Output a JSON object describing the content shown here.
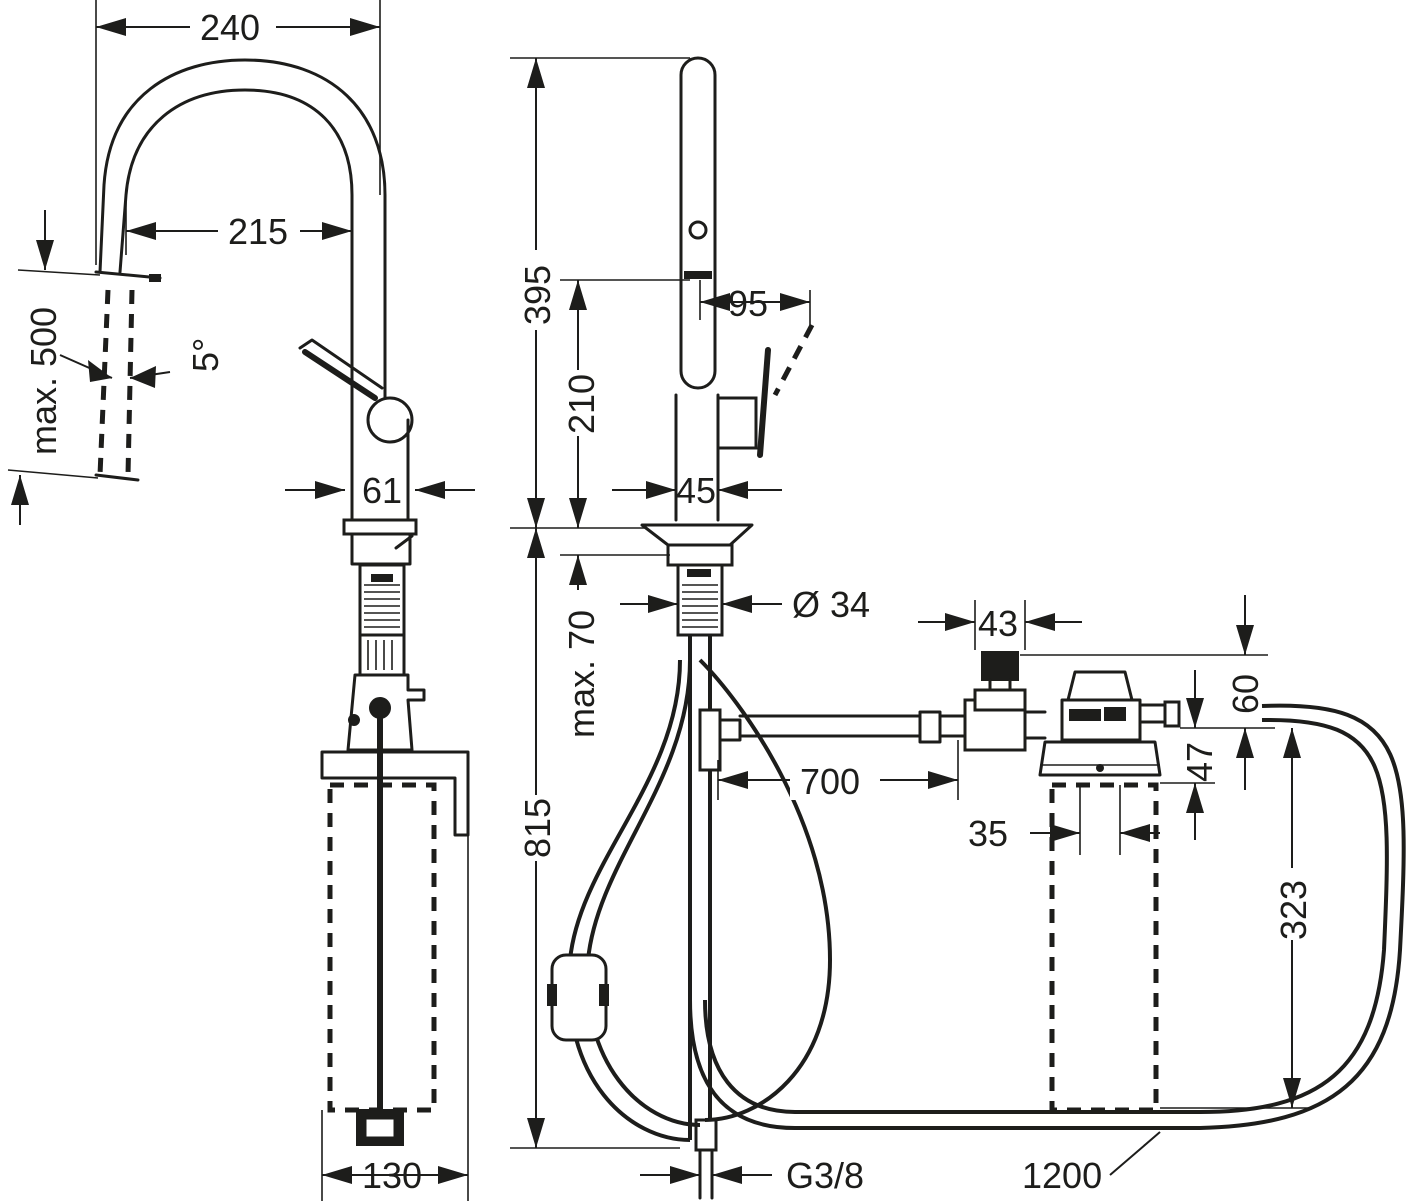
{
  "dimensions": {
    "d240": "240",
    "d215": "215",
    "d_max500": "max. 500",
    "d_5deg": "5°",
    "d61": "61",
    "d130": "130",
    "d395": "395",
    "d210": "210",
    "d95": "95",
    "d45": "45",
    "d_max70": "max. 70",
    "d_dia34": "Ø 34",
    "d815": "815",
    "d700": "700",
    "d43": "43",
    "d60": "60",
    "d47": "47",
    "d35": "35",
    "d323": "323",
    "d_g38": "G3/8",
    "d1200": "1200"
  }
}
